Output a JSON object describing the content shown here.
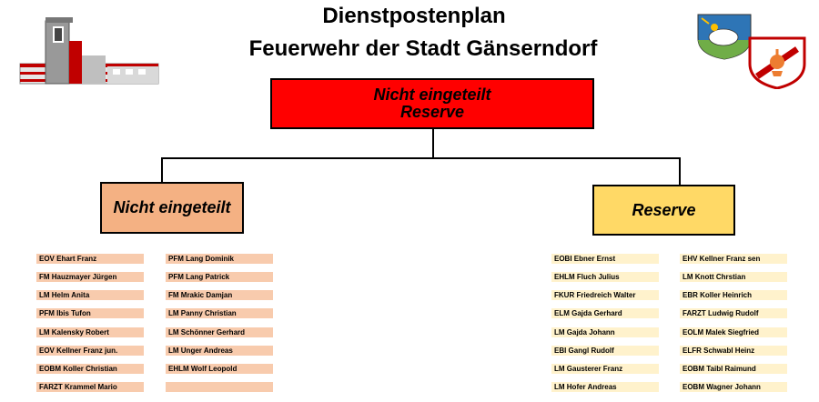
{
  "header": {
    "title_line1": "Dienstpostenplan",
    "title_line2": "Feuerwehr der Stadt Gänserndorf"
  },
  "top_node": {
    "line1": "Nicht eingeteilt",
    "line2": "Reserve",
    "color": "#ff0000"
  },
  "left_node": {
    "label": "Nicht eingeteilt",
    "color": "#f4b183",
    "col1": [
      "EOV Ehart Franz",
      "FM Hauzmayer Jürgen",
      "LM Helm Anita",
      "PFM Ibis Tufon",
      "LM Kalensky Robert",
      "EOV Kellner Franz jun.",
      "EOBM Koller Christian",
      "FARZT Krammel Mario"
    ],
    "col2": [
      "PFM Lang Dominik",
      "PFM Lang Patrick",
      "FM Mrakic Damjan",
      "LM Panny Christian",
      "LM Schönner Gerhard",
      "LM Unger Andreas",
      "EHLM Wolf Leopold",
      ""
    ]
  },
  "right_node": {
    "label": "Reserve",
    "color": "#ffd966",
    "col1": [
      "EOBI Ebner Ernst",
      "EHLM Fluch Julius",
      "FKUR Friedreich Walter",
      "ELM Gajda Gerhard",
      "LM Gajda Johann",
      "EBI Gangl Rudolf",
      "LM Gausterer Franz",
      "LM Hofer Andreas"
    ],
    "col2": [
      "EHV Kellner Franz sen",
      "LM Knott Chrstian",
      "EBR Koller Heinrich",
      "FARZT Ludwig Rudolf",
      "EOLM Malek Siegfried",
      "ELFR Schwabl Heinz",
      "EOBM Taibl Raimund",
      "EOBM Wagner Johann"
    ]
  },
  "logos": [
    "fire-station-building-icon",
    "town-coat-of-arms-icon",
    "fire-brigade-emblem-icon"
  ]
}
